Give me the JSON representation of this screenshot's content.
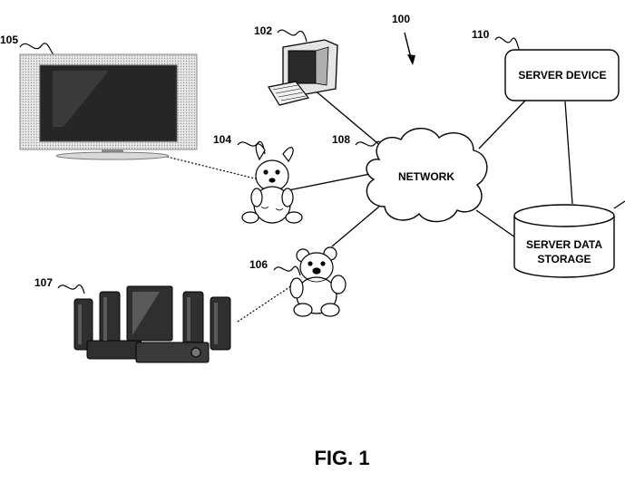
{
  "figure": {
    "caption": "FIG. 1",
    "system_ref": "100"
  },
  "nodes": {
    "computer": {
      "ref": "102",
      "icon": "desktop-computer-icon"
    },
    "bunny": {
      "ref": "104",
      "icon": "stuffed-bunny-icon"
    },
    "television": {
      "ref": "105",
      "icon": "flat-screen-tv-icon"
    },
    "bear": {
      "ref": "106",
      "icon": "teddy-bear-icon"
    },
    "speakers": {
      "ref": "107",
      "icon": "home-theater-speakers-icon"
    },
    "network": {
      "ref": "108",
      "label": "NETWORK",
      "icon": "cloud-icon"
    },
    "server_device": {
      "ref": "110",
      "label": "SERVER DEVICE"
    },
    "server_storage": {
      "label_line1": "SERVER DATA",
      "label_line2": "STORAGE",
      "icon": "database-cylinder-icon"
    }
  },
  "colors": {
    "stroke": "#000000",
    "tv_bezel": "#d4d4d4",
    "tv_screen": "#262626",
    "speaker_body": "#2f2f2f"
  }
}
